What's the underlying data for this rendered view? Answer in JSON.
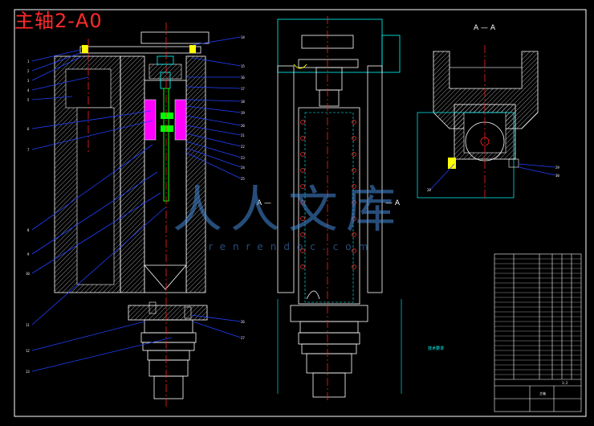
{
  "title": "主轴2-A0",
  "section_label_top": "A — A",
  "section_label_left": "A —",
  "section_label_right": "— A",
  "watermark": {
    "text": "人人文库",
    "url": "renrendoc.com",
    "color": "#4a8edc"
  },
  "colors": {
    "background": "#000000",
    "frame": "#ffffff",
    "centerline": "#ff2020",
    "leader": "#2040ff",
    "hatch": "#ffffff",
    "cyan": "#00ffff",
    "magenta": "#ff00ff",
    "green": "#00ff00",
    "yellow": "#ffff00",
    "title_red": "#ff2a2a"
  },
  "tech_note": "技术要求",
  "title_block": {
    "drawing_name": "主轴",
    "scale": "1:2"
  }
}
